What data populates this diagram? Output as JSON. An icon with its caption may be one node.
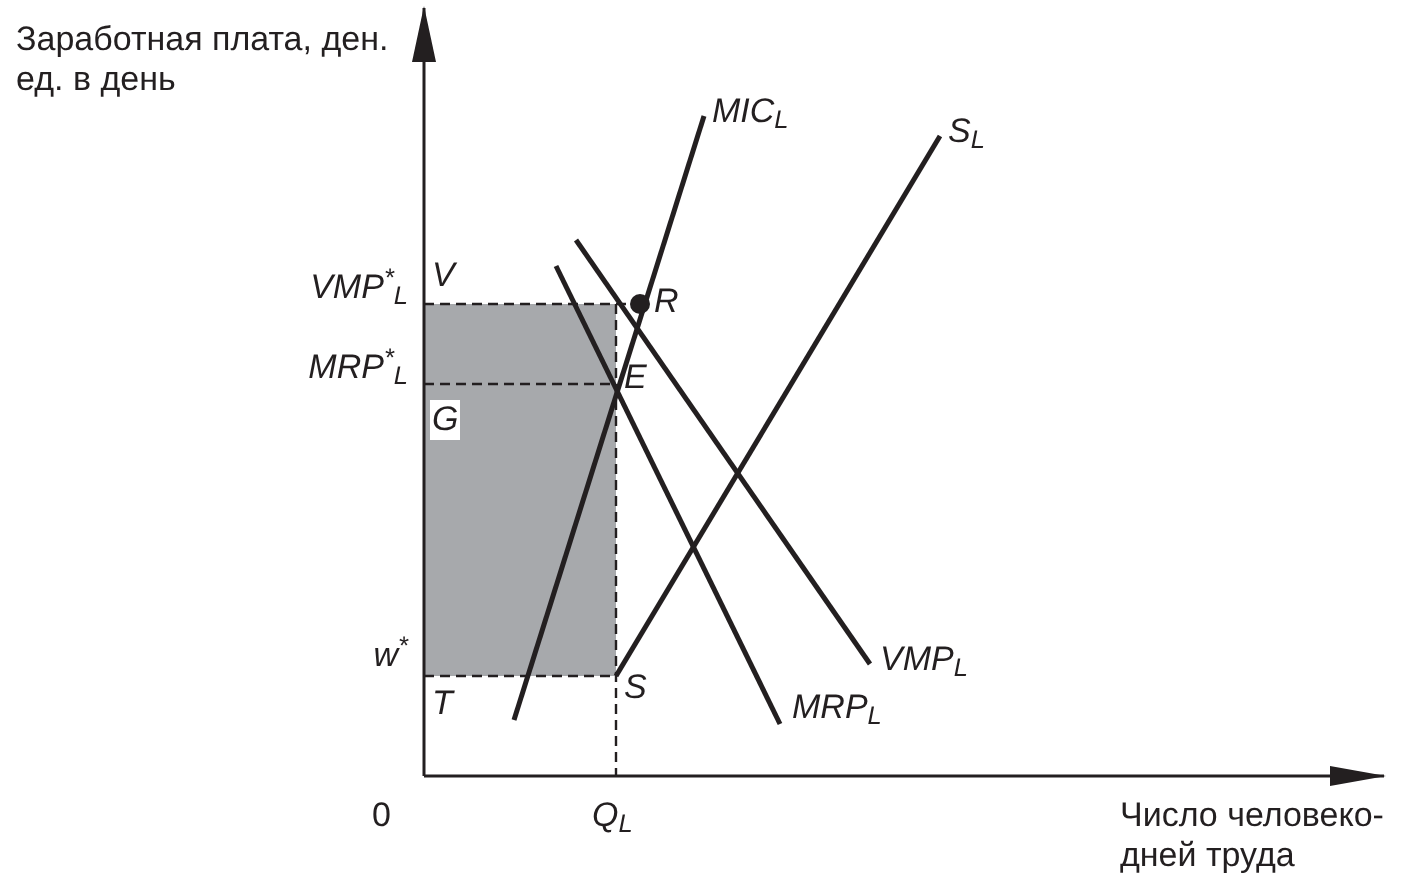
{
  "diagram": {
    "labels": [
      "Заработная плата, ден. ед. в день",
      "MIC$_{L}$",
      "S$_{L}$",
      "V",
      "VMP$^{*}$$_{L}$",
      "R",
      "MRP$^{*}$$_{L}$",
      "E",
      "G",
      "w$^{*}$",
      "S",
      "VMP$_{L}$",
      "T",
      "MRP$_{L}$",
      "0",
      "Q$_{L}$",
      "Число человеко-дней труда"
    ]
  }
}
